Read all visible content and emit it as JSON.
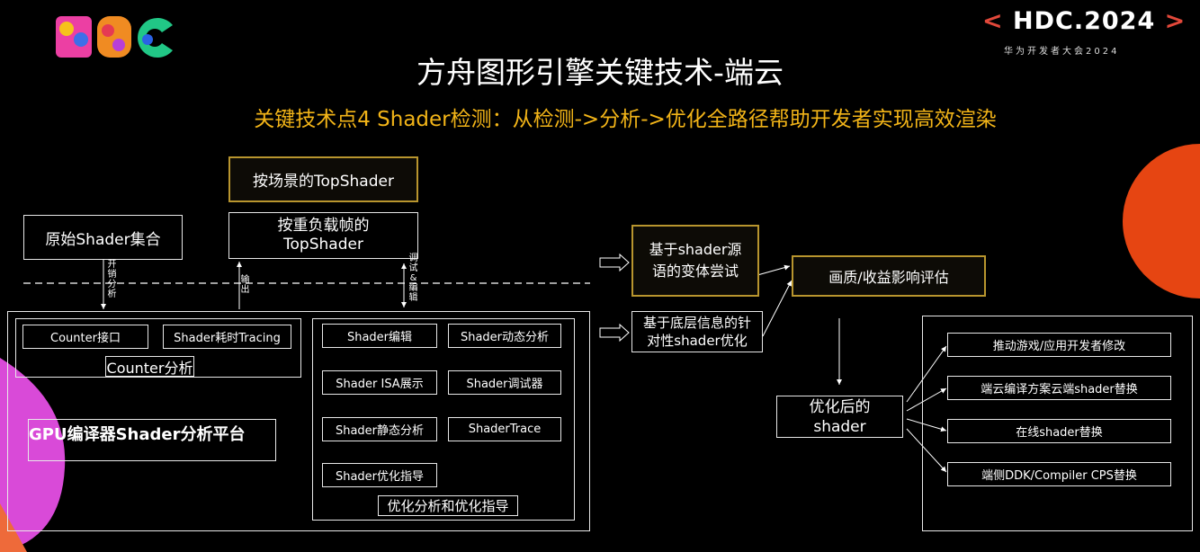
{
  "colors": {
    "accent_gold": "#f2b418",
    "hdc_red": "#e2483a",
    "background": "#000000"
  },
  "header": {
    "logo_text": "HDC",
    "brand": {
      "left": "<",
      "name": "HDC.2024",
      "right": ">",
      "subtitle": "华为开发者大会2024"
    },
    "title": "方舟图形引擎关键技术-端云",
    "subtitle": "关键技术点4  Shader检测：从检测->分析->优化全路径帮助开发者实现高效渲染"
  },
  "diagram": {
    "scene_top_shader": "按场景的TopShader",
    "heavy_frame_line1": "按重负载帧的",
    "heavy_frame_line2": "TopShader",
    "original_shader_set": "原始Shader集合",
    "edge_cost_analysis": "开销分析",
    "edge_output": "输出",
    "edge_debug_edit": "调试&编辑",
    "platform": {
      "title": "GPU编译器Shader分析平台",
      "counter_group": {
        "label": "Counter分析",
        "items": [
          "Counter接口",
          "Shader耗时Tracing"
        ]
      },
      "opt_group": {
        "label": "优化分析和优化指导",
        "items": [
          "Shader编辑",
          "Shader动态分析",
          "Shader ISA展示",
          "Shader调试器",
          "Shader静态分析",
          "ShaderTrace",
          "Shader优化指导"
        ]
      }
    },
    "variant_try_line1": "基于shader源",
    "variant_try_line2": "语的变体尝试",
    "targeted_opt_line1": "基于底层信息的针",
    "targeted_opt_line2": "对性shader优化",
    "quality_eval": "画质/收益影响评估",
    "optimized_line1": "优化后的",
    "optimized_line2": "shader",
    "outcomes": [
      "推动游戏/应用开发者修改",
      "端云编译方案云端shader替换",
      "在线shader替换",
      "端侧DDK/Compiler CPS替换"
    ]
  }
}
